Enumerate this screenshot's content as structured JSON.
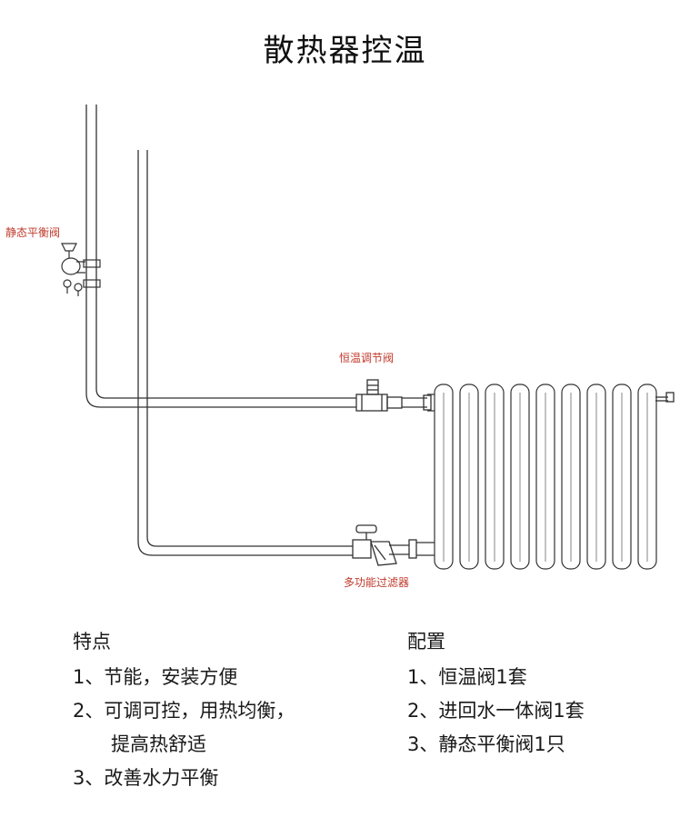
{
  "title": "散热器控温",
  "labels": {
    "static_balance_valve": "静态平衡阀",
    "thermostatic_valve": "恒温调节阀",
    "multi_filter": "多功能过滤器"
  },
  "features": {
    "heading": "特点",
    "items": [
      {
        "num": "1、",
        "text": "节能，安装方便",
        "cont": ""
      },
      {
        "num": "2、",
        "text": "可调可控，用热均衡，",
        "cont": "提高热舒适"
      },
      {
        "num": "3、",
        "text": "改善水力平衡",
        "cont": ""
      }
    ]
  },
  "config": {
    "heading": "配置",
    "items": [
      {
        "num": "1、",
        "text": "恒温阀1套"
      },
      {
        "num": "2、",
        "text": "进回水一体阀1套"
      },
      {
        "num": "3、",
        "text": "静态平衡阀1只"
      }
    ]
  },
  "colors": {
    "label": "#c0392b",
    "line": "#333333"
  }
}
